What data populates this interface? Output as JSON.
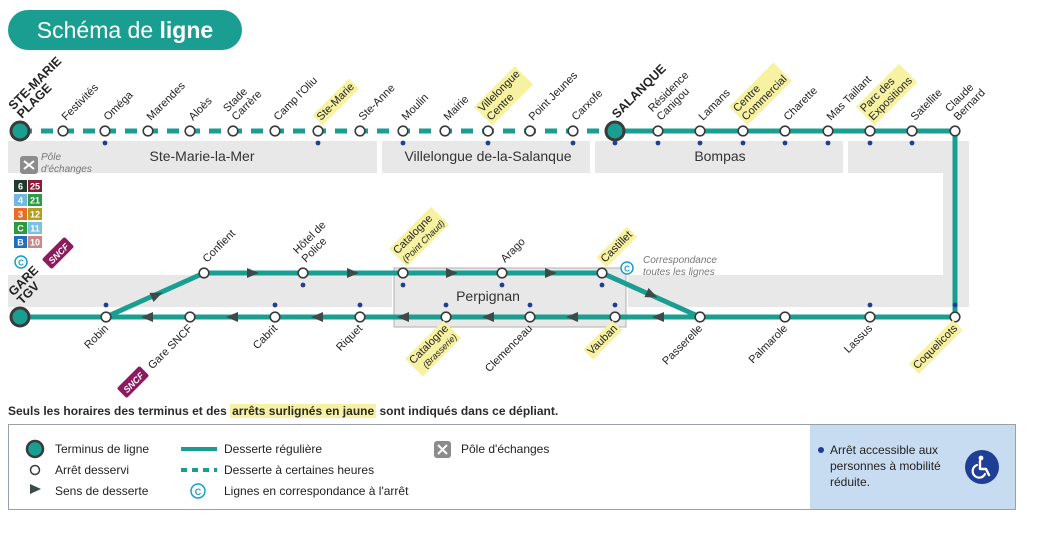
{
  "title": {
    "prefix": "Schéma de ",
    "bold": "ligne"
  },
  "colors": {
    "line": "#1a9e91",
    "zone": "#e8e8e8",
    "highlight": "#f7f1a2",
    "access_dot": "#1e3f95",
    "arrow": "#3d4a49"
  },
  "top_branch": [
    {
      "name": "STE-MARIE PLAGE",
      "terminus": true
    },
    {
      "name": "Festivités"
    },
    {
      "name": "Oméga",
      "access": true
    },
    {
      "name": "Marendes"
    },
    {
      "name": "Aloès"
    },
    {
      "name": "Stade Carrère"
    },
    {
      "name": "Camp l'Oliu"
    },
    {
      "name": "Ste-Marie",
      "highlight": true,
      "access": true
    },
    {
      "name": "Ste-Anne"
    },
    {
      "name": "Moulin",
      "access": true
    },
    {
      "name": "Mairie"
    },
    {
      "name": "Villelongue Centre",
      "highlight": true,
      "access": true
    },
    {
      "name": "Point Jeunes"
    },
    {
      "name": "Carxofe",
      "access": true
    },
    {
      "name": "SALANQUE",
      "terminus": true,
      "access": true
    },
    {
      "name": "Résidence Canigou",
      "access": true
    },
    {
      "name": "Lamans",
      "access": true
    },
    {
      "name": "Centre Commercial",
      "highlight": true,
      "access": true
    },
    {
      "name": "Charette",
      "access": true
    },
    {
      "name": "Mas Taillant",
      "access": true
    },
    {
      "name": "Parc des Expositions",
      "highlight": true,
      "access": true
    },
    {
      "name": "Satellite",
      "access": true
    },
    {
      "name": "Claude Bernard"
    }
  ],
  "aller_branch": [
    {
      "name": "Confient"
    },
    {
      "name": "Hôtel de Police",
      "access": true
    },
    {
      "name": "Catalogne",
      "sub": "(Point Chaud)",
      "highlight": true,
      "access": true
    },
    {
      "name": "Arago",
      "access": true
    },
    {
      "name": "Castillet",
      "highlight": true,
      "access": true
    }
  ],
  "bottom_branch": [
    {
      "name": "GARE TGV",
      "terminus": true
    },
    {
      "name": "Robin",
      "access": true
    },
    {
      "name": "Gare SNCF"
    },
    {
      "name": "Cabrit",
      "access": true
    },
    {
      "name": "Riquet",
      "access": true
    },
    {
      "name": "Catalogne",
      "sub": "(Brasserie)",
      "highlight": true,
      "access": true
    },
    {
      "name": "Clemenceau",
      "access": true
    },
    {
      "name": "Vauban",
      "highlight": true,
      "access": true
    },
    {
      "name": "Passerelle"
    },
    {
      "name": "Palmarole"
    },
    {
      "name": "Lassus",
      "access": true
    },
    {
      "name": "Coquelicots",
      "highlight": true,
      "access": true
    }
  ],
  "zones": {
    "top": [
      "Ste-Marie-la-Mer",
      "Villelongue de-la-Salanque",
      "Bompas"
    ],
    "center": "Perpignan"
  },
  "hub": {
    "label": "Pôle d'échanges"
  },
  "connections_note": "Correspondance toutes les lignes",
  "connection_lines": [
    {
      "left": "6",
      "left_color": "#1e3b2e",
      "right": "25",
      "right_color": "#8c1c3a"
    },
    {
      "left": "4",
      "left_color": "#74b8e2",
      "right": "21",
      "right_color": "#2e9a4a"
    },
    {
      "left": "3",
      "left_color": "#e76e2a",
      "right": "12",
      "right_color": "#b4a01e"
    },
    {
      "left": "C",
      "left_color": "#2c9a3e",
      "right": "11",
      "right_color": "#7ec0e6"
    },
    {
      "left": "B",
      "left_color": "#1f6fbf",
      "right": "10",
      "right_color": "#c88a88"
    }
  ],
  "sncf_label": "SNCF",
  "note": {
    "before": "Seuls les horaires des terminus et des ",
    "highlight": "arrêts surlignés en jaune",
    "after": " sont indiqués dans ce dépliant."
  },
  "legend": {
    "terminus": "Terminus de ligne",
    "stop": "Arrêt desservi",
    "direction": "Sens de desserte",
    "regular": "Desserte régulière",
    "some_hours": "Desserte à certaines heures",
    "connections": "Lignes en correspondance à l'arrêt",
    "hub": "Pôle d'échanges",
    "accessible": "Arrêt accessible aux personnes à mobilité réduite."
  }
}
